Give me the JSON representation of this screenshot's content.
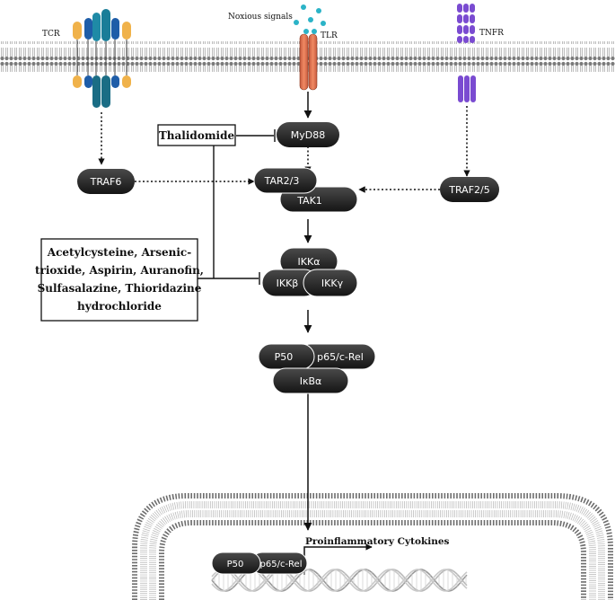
{
  "receptors": {
    "tcr": "TCR",
    "tlr": "TLR",
    "tnfr": "TNFR",
    "noxious": "Noxious signals"
  },
  "nodes": {
    "myd88": "MyD88",
    "traf6": "TRAF6",
    "tar23": "TAR2/3",
    "tak1": "TAK1",
    "traf25": "TRAF2/5",
    "ikka": "IKKα",
    "ikkb": "IKKβ",
    "ikkg": "IKKγ",
    "p50": "P50",
    "p65": "p65/c-Rel",
    "ikba": "IκBα",
    "p50_nuc": "P50",
    "p65_nuc": "p65/c-Rel"
  },
  "inhibitors": {
    "thalidomide": "Thalidomide",
    "drugs_lines": [
      "Acetylcysteine, Arsenic-",
      "trioxide, Aspirin, Auranofin,",
      "Sulfasalazine, Thioridazine",
      "hydrochloride"
    ]
  },
  "output": {
    "cytokines": "Proinflammatory Cytokines"
  }
}
